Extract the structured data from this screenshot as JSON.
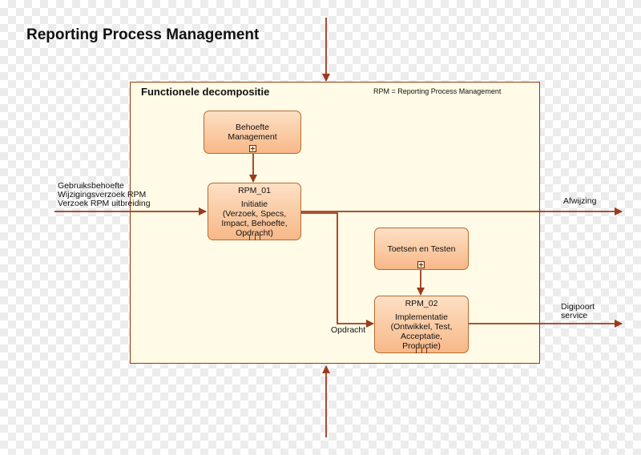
{
  "title": "Reporting Process Management",
  "frame": {
    "title": "Functionele decompositie",
    "note": "RPM = Reporting Process Management"
  },
  "boxes": {
    "behoefte": {
      "lines": [
        "Behoefte",
        "Management"
      ]
    },
    "rpm01": {
      "lines": [
        "RPM_01",
        "",
        "Initiatie",
        "(Verzoek, Specs,",
        "Impact, Behoefte,",
        "Opdracht)"
      ]
    },
    "toetsen": {
      "lines": [
        "Toetsen en Testen"
      ]
    },
    "rpm02": {
      "lines": [
        "RPM_02",
        "",
        "Implementatie",
        "(Ontwikkel, Test,",
        "Acceptatie,",
        "Productie)"
      ]
    }
  },
  "flows": {
    "input_lines": [
      "Gebruiksbehoefte",
      "Wijzigingsverzoek RPM",
      "Verzoek RPM uitbreiding"
    ],
    "afwijzing": "Afwijzing",
    "opdracht": "Opdracht",
    "output_lines": [
      "Digipoort",
      "service"
    ]
  },
  "colors": {
    "arrow": "#9b3a1c",
    "frame_fill": "#fffbe6",
    "box_fill": "#f7b888"
  }
}
